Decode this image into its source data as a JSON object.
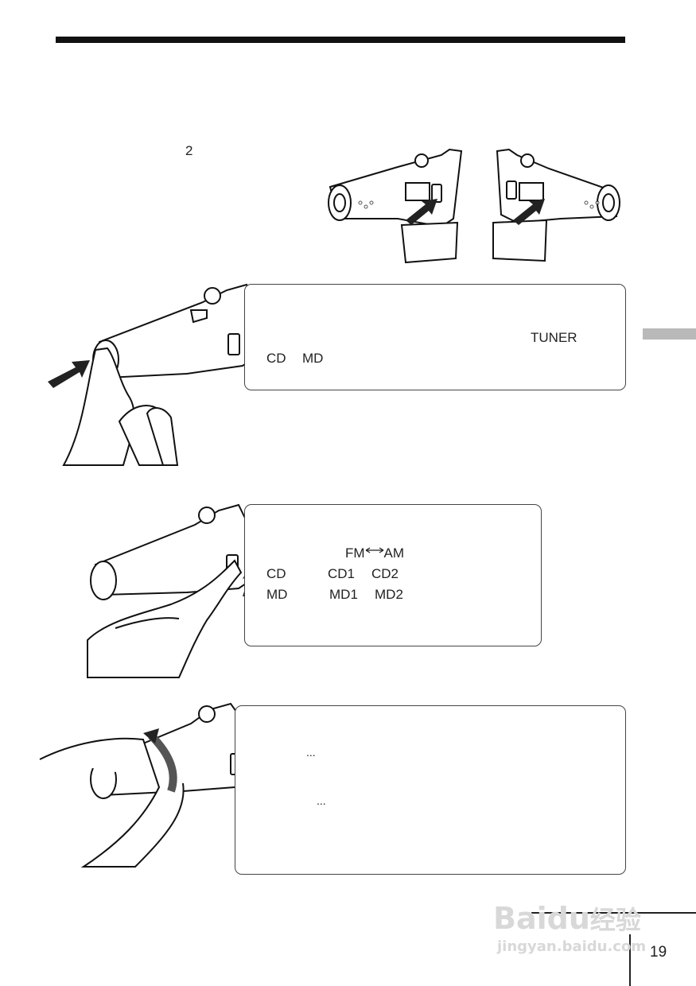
{
  "page": {
    "step_number": "2",
    "page_number": "19"
  },
  "panel1": {
    "line1": "TUNER",
    "line2a": "CD",
    "line2b": "MD"
  },
  "panel2": {
    "fm": "FM",
    "am": "AM",
    "row1_label": "CD",
    "row1_a": "CD1",
    "row1_b": "CD2",
    "row2_label": "MD",
    "row2_a": "MD1",
    "row2_b": "MD2"
  },
  "panel3": {
    "ellipsis1": "...",
    "ellipsis2": "..."
  },
  "watermark": {
    "brand": "Baidu",
    "cn": "经验",
    "url": "jingyan.baidu.com"
  }
}
